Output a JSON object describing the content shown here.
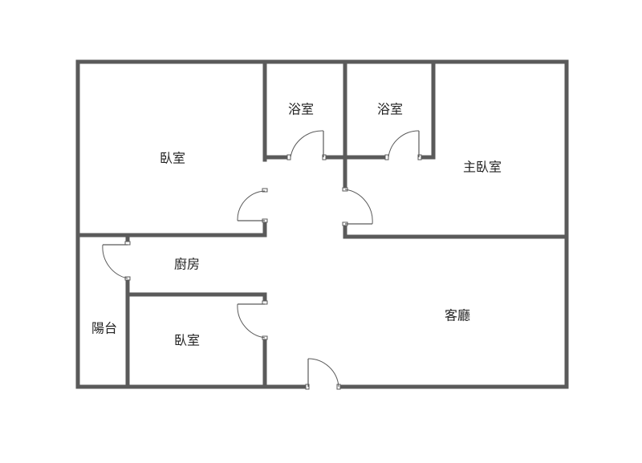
{
  "rooms": {
    "bedroom_top_left": "臥室",
    "bathroom_1": "浴室",
    "bathroom_2": "浴室",
    "master_bedroom": "主臥室",
    "kitchen": "廚房",
    "balcony": "陽台",
    "bedroom_bottom": "臥室",
    "living_room": "客廳"
  },
  "colors": {
    "wall": "#5a5a5a",
    "label": "#222222",
    "background": "#ffffff"
  }
}
